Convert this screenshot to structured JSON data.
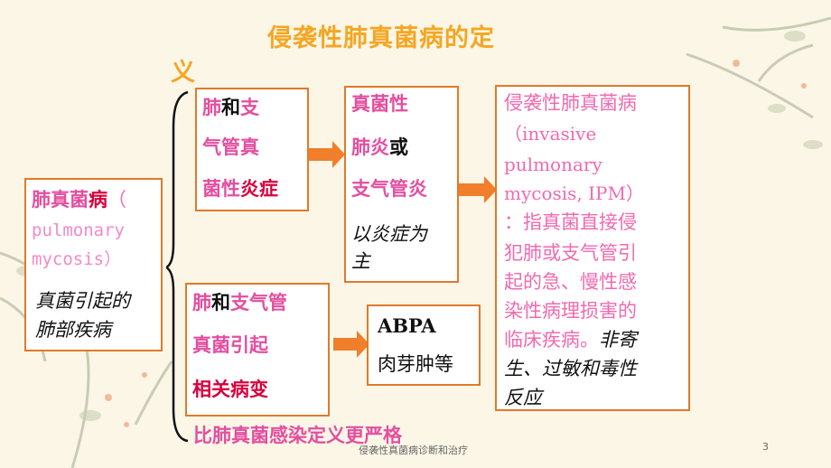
{
  "title": {
    "line1": "侵袭性肺真菌病的定",
    "line2": "义"
  },
  "box_left": {
    "l1_a": "肺真菌",
    "l1_b": "病",
    "l1_c": "（",
    "l2": "pulmonary",
    "l3": "mycosis）",
    "l4": "真菌引起的",
    "l5": "肺部疾病"
  },
  "box_upper": {
    "l1_a": "肺",
    "l1_b": "和",
    "l1_c": "支",
    "l2": "气管真",
    "l3_a": "菌性",
    "l3_b": "炎症"
  },
  "box_lower": {
    "l1_a": "肺",
    "l1_b": "和",
    "l1_c": "支气管",
    "l2": "真菌引起",
    "l3": "相关病变"
  },
  "box_mid": {
    "l1": "真菌性",
    "l2_a": "肺炎",
    "l2_b": "或",
    "l3": "支气管炎",
    "l4": "以炎症为",
    "l5": "主"
  },
  "box_abpa": {
    "l1": "ABPA",
    "l2": "肉芽肿等"
  },
  "box_right": {
    "l1": "侵袭性肺真菌病",
    "l2": "（invasive",
    "l3": "pulmonary",
    "l4": "mycosis, IPM）",
    "l5": "：指真菌直接侵",
    "l6": "犯肺或支气管引",
    "l7": "起的急、慢性感",
    "l8": "染性病理损害的",
    "l9_a": "临床疾病。",
    "l9_b": "非寄",
    "l10": "生、过敏和毒性",
    "l11": "反应"
  },
  "note": "比肺真菌感染定义更严格",
  "footer": {
    "text": "侵袭性真菌病诊断和治疗",
    "page": "3"
  },
  "colors": {
    "border": "#e07a2a",
    "arrow": "#f07e2a",
    "pink": "#f06ab0",
    "title": "#f5a623",
    "red": "#d8003c"
  }
}
